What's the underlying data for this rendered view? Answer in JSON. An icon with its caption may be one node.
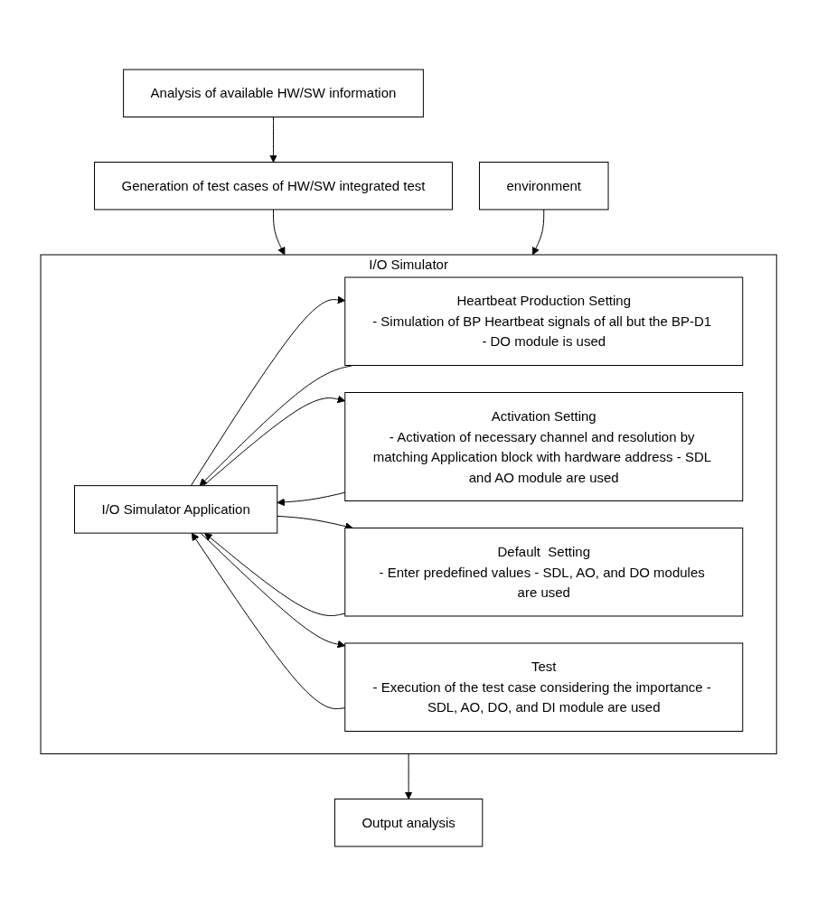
{
  "diagram": {
    "nodes": [
      {
        "text": [
          "Analysis of available HW/SW information"
        ]
      },
      {
        "text": [
          "Generation of test cases of HW/SW integrated test"
        ]
      },
      {
        "text": [
          "environment"
        ]
      },
      {
        "text": [
          "I/O Simulator"
        ]
      },
      {
        "text": [
          "I/O Simulator Application"
        ],
        "in": 3
      },
      {
        "text": [
          "Heartbeat Production Setting",
          "- Simulation of BP Heartbeat signals of all but the BP-D1 - DO module is used"
        ],
        "in": 3
      },
      {
        "text": [
          "Activation Setting",
          "- Activation of necessary channel and resolution by matching Application block with hardware address - SDL and AO module are used"
        ],
        "in": 3
      },
      {
        "text": [
          "Default  Setting",
          "- Enter predefined values - SDL, AO, and DO modules are used"
        ],
        "in": 3
      },
      {
        "text": [
          "Test",
          "- Execution of the test case considering the importance - SDL, AO, DO, and DI module are used"
        ],
        "in": 3
      },
      {
        "text": [
          "Output analysis"
        ]
      }
    ],
    "edges": [
      {
        "from": 0,
        "to": 1,
        "arrow": "to"
      },
      {
        "from": 1,
        "to": 3,
        "arrow": "to"
      },
      {
        "from": 2,
        "to": 3,
        "arrow": "to"
      },
      {
        "from": 4,
        "to": 5,
        "arrow": "to"
      },
      {
        "from": 5,
        "to": 4,
        "arrow": "to"
      },
      {
        "from": 4,
        "to": 6,
        "arrow": "to"
      },
      {
        "from": 6,
        "to": 4,
        "arrow": "to"
      },
      {
        "from": 4,
        "to": 7,
        "arrow": "to"
      },
      {
        "from": 7,
        "to": 4,
        "arrow": "to"
      },
      {
        "from": 4,
        "to": 8,
        "arrow": "to"
      },
      {
        "from": 8,
        "to": 4,
        "arrow": "to"
      },
      {
        "from": 3,
        "to": 9,
        "arrow": "to"
      }
    ]
  }
}
